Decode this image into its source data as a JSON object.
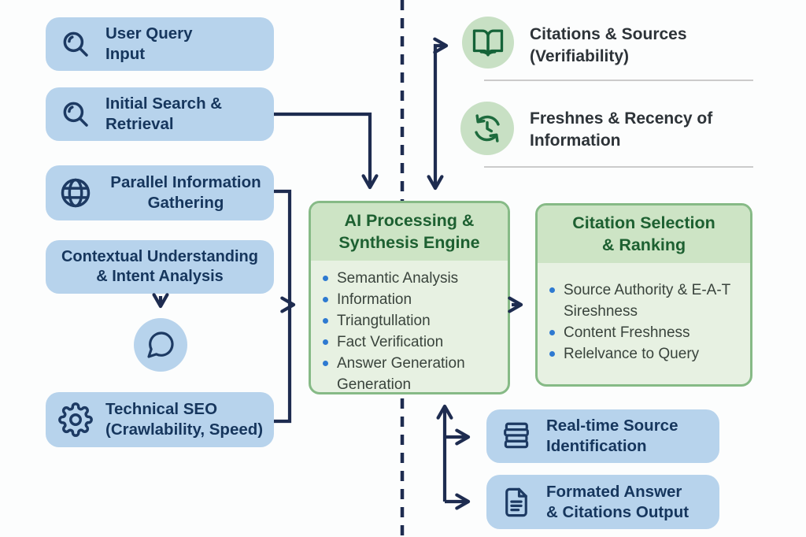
{
  "palette": {
    "background": "#fcfdfd",
    "blue_box": "#b7d3ec",
    "navy_text": "#16365d",
    "arrow_navy": "#1e2c50",
    "green_border": "#86ba86",
    "green_header": "#cde4c5",
    "green_body": "#e7f1e2",
    "green_title": "#1d6031",
    "green_circle": "#c8e0c4",
    "icon_green": "#156338",
    "bullet_blue": "#2e7ad1",
    "divider_gray": "#cbcbcb"
  },
  "left_column": {
    "boxes": [
      {
        "icon": "magnifier",
        "label": "User Query\nInput"
      },
      {
        "icon": "magnifier",
        "label": "Initial Search &\nRetrieval"
      },
      {
        "icon": "globe",
        "label": "Parallel Information\nGathering"
      },
      {
        "icon": "none",
        "label": "Contextual Understanding\n& Intent Analysis"
      },
      {
        "icon": "gear",
        "label": "Technical SEO\n(Crawlability, Speed)"
      }
    ],
    "chat_bubble_icon": "speech-bubble"
  },
  "engine_box": {
    "title": "AI Processing &\nSynthesis Engine",
    "bullets": [
      "Semantic Analysis",
      "Information",
      "Triangtullation",
      "Fact Verification",
      "Answer Generation\nGeneration"
    ]
  },
  "citation_box": {
    "title": "Citation Selection\n& Ranking",
    "bullets": [
      "Source Authority & E-A-T\nSireshness",
      "Content Freshness",
      "Relelvance to Query"
    ]
  },
  "quality_signals": [
    {
      "icon": "open-book",
      "label": "Citations & Sources\n(Verifiability)"
    },
    {
      "icon": "refresh-clock",
      "label": "Freshnes & Recency of\nInformation"
    }
  ],
  "outputs": [
    {
      "icon": "book-stack",
      "label": "Real-time Source\nIdentification"
    },
    {
      "icon": "document",
      "label": "Formated Answer\n& Citations Output"
    }
  ]
}
